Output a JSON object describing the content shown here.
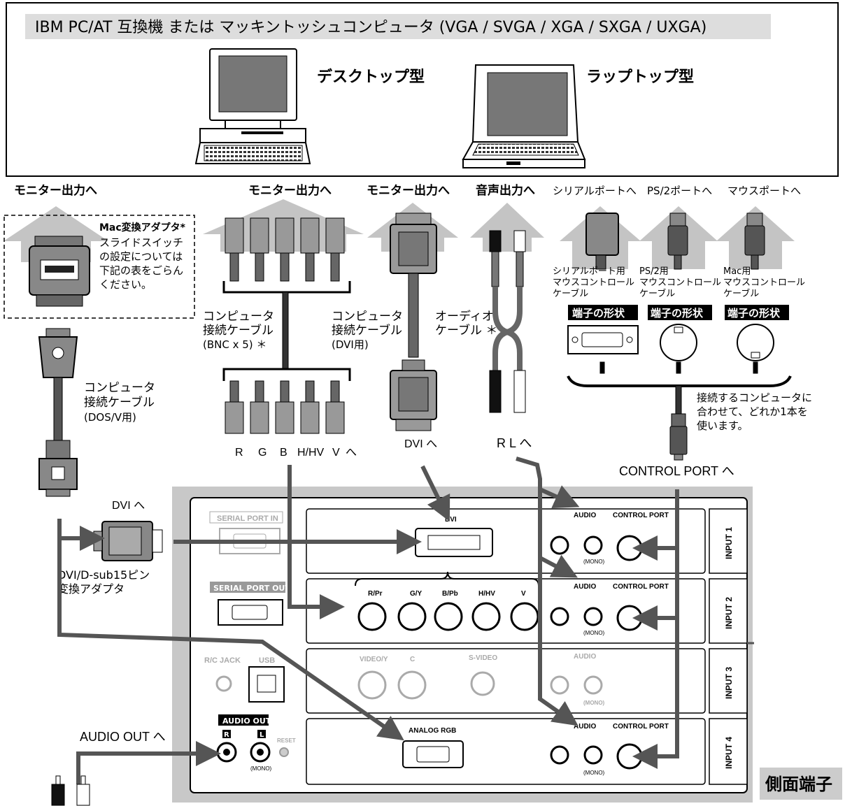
{
  "header": {
    "title": "IBM PC/AT 互換機 または マッキントッシュコンピュータ (VGA / SVGA / XGA / SXGA / UXGA)",
    "desktop_label": "デスクトップ型",
    "laptop_label": "ラップトップ型"
  },
  "targets": {
    "monitor_out_1": "モニター出力へ",
    "monitor_out_2": "モニター出力へ",
    "monitor_out_3": "モニター出力へ",
    "audio_out": "音声出力へ",
    "serial_port": "シリアルポートへ",
    "ps2_port": "PS/2ポートへ",
    "mouse_port": "マウスポートへ"
  },
  "mac_adapter": {
    "title": "Mac変換アダプタ*",
    "lines": [
      "スライドスイッチ",
      "の設定については",
      "下記の表をごらん",
      "ください。"
    ]
  },
  "cables": {
    "dos_v": [
      "コンピュータ",
      "接続ケーブル",
      "(DOS/V用)"
    ],
    "bnc": [
      "コンピュータ",
      "接続ケーブル",
      "(BNC x 5) ＊"
    ],
    "dvi": [
      "コンピュータ",
      "接続ケーブル",
      "(DVI用)"
    ],
    "audio": [
      "オーディオ",
      "ケーブル ＊"
    ]
  },
  "mouse_cables": {
    "serial": [
      "シリアルポート用",
      "マウスコントロール",
      "ケーブル"
    ],
    "ps2": [
      "PS/2用",
      "マウスコントロール",
      "ケーブル"
    ],
    "mac": [
      "Mac用",
      "マウスコントロール",
      "ケーブル"
    ],
    "shape_label": "端子の形状",
    "note": [
      "接続するコンピュータに",
      "合わせて、どれか1本を",
      "使います。"
    ]
  },
  "connector_labels": {
    "bnc": [
      "R",
      "G",
      "B",
      "H/HV",
      "V",
      "へ"
    ],
    "dvi_to": "DVI へ",
    "audio_to": "R  L へ",
    "control_port_to": "CONTROL PORT へ",
    "dvi_to_2": "DVI へ",
    "adapter": [
      "DVI/D-sub15ピン",
      "変換アダプタ"
    ],
    "audio_out_to": "AUDIO OUT へ"
  },
  "panel": {
    "serial_in": "SERIAL PORT IN",
    "serial_out": "SERIAL PORT OUT",
    "rc_jack": "R/C JACK",
    "usb": "USB",
    "audio_out": "AUDIO OUT",
    "reset": "RESET",
    "mono": "(MONO)",
    "audio": "AUDIO",
    "control_port": "CONTROL PORT",
    "dvi": "DVI",
    "analog_rgb": "ANALOG RGB",
    "component_labels": [
      "R/Pr",
      "G/Y",
      "B/Pb",
      "H/HV",
      "V"
    ],
    "video_labels": [
      "VIDEO/Y",
      "C",
      "S-VIDEO"
    ],
    "r": "R",
    "l": "L",
    "inputs": [
      "INPUT 1",
      "INPUT 2",
      "INPUT 3",
      "INPUT 4"
    ]
  },
  "side_terminal": "側面端子"
}
